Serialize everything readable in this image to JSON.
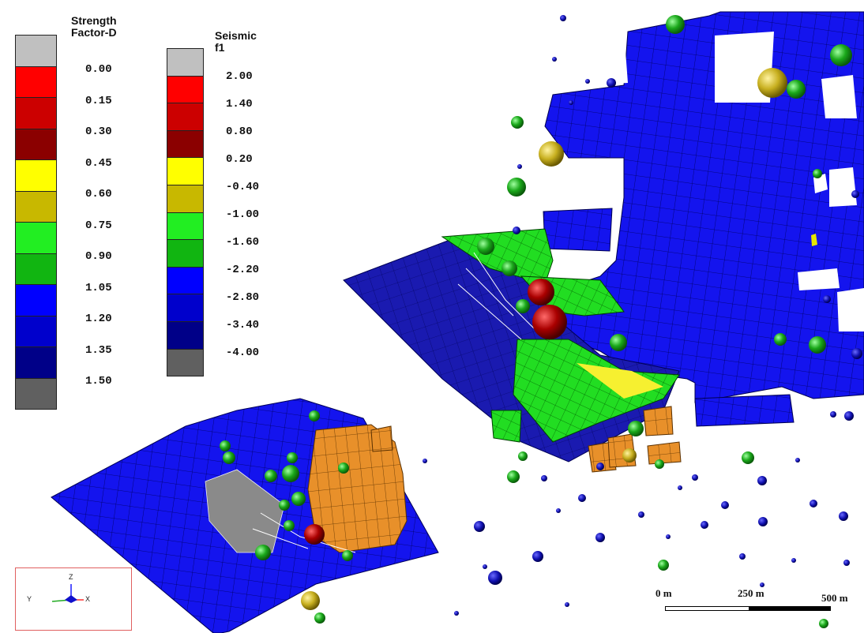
{
  "legend_strength": {
    "title": "Strength\nFactor-D",
    "swatch_colors": [
      "#c0c0c0",
      "#ff0000",
      "#cc0000",
      "#8b0000",
      "#ffff00",
      "#c8b800",
      "#22ee22",
      "#11b511",
      "#0000ff",
      "#0000cc",
      "#000088",
      "#606060"
    ],
    "ticks": [
      "0.00",
      "0.15",
      "0.30",
      "0.45",
      "0.60",
      "0.75",
      "0.90",
      "1.05",
      "1.20",
      "1.35",
      "1.50"
    ]
  },
  "legend_seismic": {
    "title": "Seismic\nf1",
    "swatch_colors": [
      "#c0c0c0",
      "#ff0000",
      "#cc0000",
      "#8b0000",
      "#ffff00",
      "#c8b800",
      "#22ee22",
      "#11b511",
      "#0000ff",
      "#0000cc",
      "#000088",
      "#606060"
    ],
    "ticks": [
      "2.00",
      "1.40",
      "0.80",
      "0.20",
      "-0.40",
      "-1.00",
      "-1.60",
      "-2.20",
      "-2.80",
      "-3.40",
      "-4.00"
    ]
  },
  "axis_triad": {
    "z": "Z",
    "y": "Y",
    "x": "X"
  },
  "scale_bar": {
    "labels": [
      "0 m",
      "250 m",
      "500 m"
    ]
  },
  "colors": {
    "blue_mesh": "#1010e0",
    "orange_mesh": "#e8902a",
    "green_sphere": "#1aa81a",
    "red_sphere": "#aa0000",
    "gold_sphere": "#c8b020"
  }
}
